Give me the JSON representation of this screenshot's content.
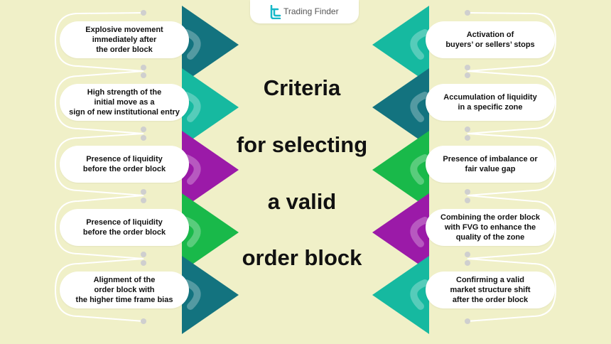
{
  "logo": {
    "name": "Trading Finder",
    "icon": "trading-finder-logo-icon"
  },
  "title_lines": [
    "Criteria",
    "for selecting",
    "a valid",
    "order block"
  ],
  "left_items": [
    {
      "text": "Explosive movement immediately after the order block",
      "lines": [
        "Explosive movement",
        "immediately after",
        "the order block"
      ],
      "color": "#13737f"
    },
    {
      "text": "High strength of the initial move as a sign of new institutional entry",
      "lines": [
        "High strength of the",
        "initial move as a",
        "sign of new institutional entry"
      ],
      "color": "#16b9a0"
    },
    {
      "text": "Presence of liquidity before the order block",
      "lines": [
        "Presence of liquidity",
        "before the order block"
      ],
      "color": "#9b1aa8"
    },
    {
      "text": "Presence of liquidity before the order block",
      "lines": [
        "Presence of liquidity",
        "before the order block"
      ],
      "color": "#19b94a"
    },
    {
      "text": "Alignment of the order block with the higher time frame bias",
      "lines": [
        "Alignment of the",
        "order block with",
        "the higher time frame bias"
      ],
      "color": "#13737f"
    }
  ],
  "right_items": [
    {
      "text": "Activation of buyers’ or sellers’ stops",
      "lines": [
        "Activation of",
        "buyers’ or sellers’ stops"
      ],
      "color": "#16b9a0"
    },
    {
      "text": "Accumulation of liquidity in a specific zone",
      "lines": [
        "Accumulation of liquidity",
        "in a specific zone"
      ],
      "color": "#13737f"
    },
    {
      "text": "Presence of imbalance or fair value gap",
      "lines": [
        "Presence of imbalance or",
        "fair value gap"
      ],
      "color": "#19b94a"
    },
    {
      "text": "Combining the order block with FVG to enhance the quality of the zone",
      "lines": [
        "Combining the order block",
        "with FVG to enhance the",
        "quality of the zone"
      ],
      "color": "#9b1aa8"
    },
    {
      "text": "Confirming a valid market structure shift after the order block",
      "lines": [
        "Confirming a valid",
        "market structure shift",
        "after the order block"
      ],
      "color": "#16b9a0"
    }
  ],
  "colors": {
    "background": "#f0f0c8",
    "connector": "#ffffff",
    "dot": "#cfcfcf"
  }
}
